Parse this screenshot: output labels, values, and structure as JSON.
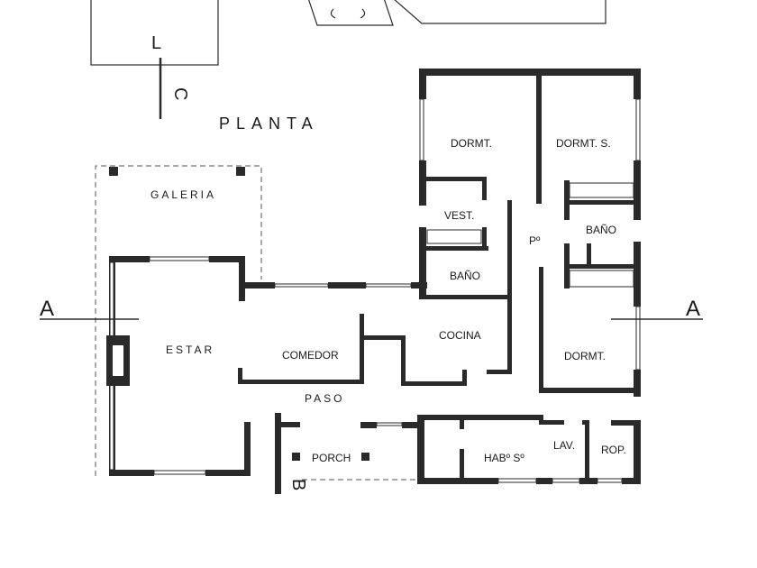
{
  "title": "PLANTA",
  "rooms": {
    "dormt_1": "DORMT.",
    "dormt_s": "DORMT. S.",
    "vest": "VEST.",
    "bano_1": "BAÑO",
    "bano_2": "BAÑO",
    "pasillo": "Pº",
    "galeria": "GALERIA",
    "estar": "ESTAR",
    "comedor": "COMEDOR",
    "cocina": "COCINA",
    "dormt_2": "DORMT.",
    "paso": "PASO",
    "porch": "PORCH",
    "hab_s": "HABº Sº",
    "lav": "LAV.",
    "rop": "ROP."
  },
  "section_markers": {
    "a_left": "A",
    "a_right": "A",
    "b": "B",
    "c": "C",
    "l_top": "L"
  }
}
